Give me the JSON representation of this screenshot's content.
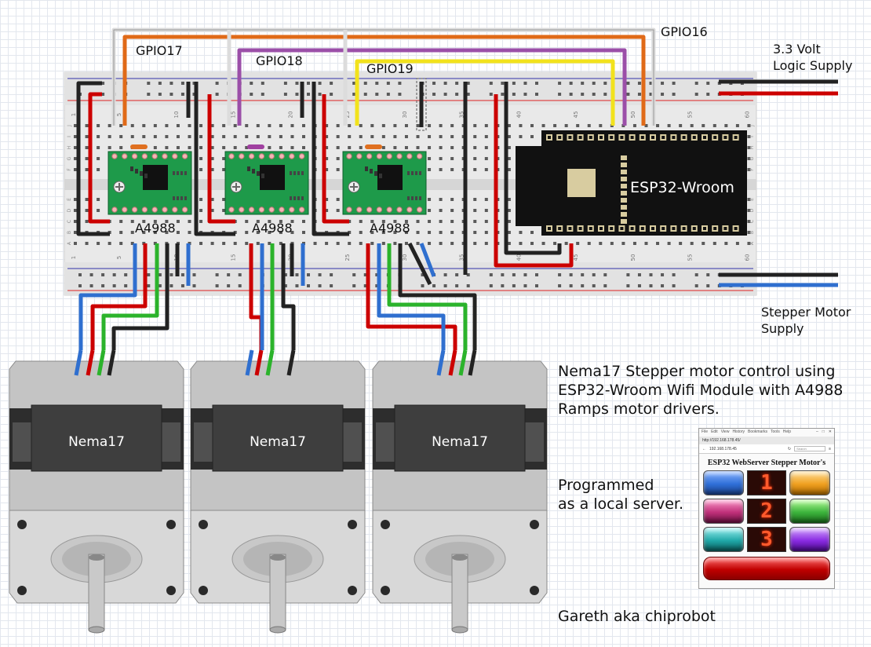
{
  "labels": {
    "gpio16": "GPIO16",
    "gpio17": "GPIO17",
    "gpio18": "GPIO18",
    "gpio19": "GPIO19",
    "logic_supply": "3.3 Volt\nLogic Supply",
    "motor_supply": "Stepper Motor\nSupply",
    "esp32": "ESP32-Wroom",
    "driver": "A4988",
    "motor": "Nema17"
  },
  "breadboard": {
    "column_numbers": [
      "1",
      "5",
      "10",
      "15",
      "20",
      "25",
      "30",
      "35",
      "40",
      "45",
      "50",
      "55",
      "60"
    ],
    "row_letters_top": [
      "J",
      "I",
      "H",
      "G",
      "F"
    ],
    "row_letters_bottom": [
      "E",
      "D",
      "C",
      "B",
      "A"
    ]
  },
  "drivers": [
    {
      "label": "A4988"
    },
    {
      "label": "A4988"
    },
    {
      "label": "A4988"
    }
  ],
  "motors": [
    {
      "label": "Nema17"
    },
    {
      "label": "Nema17"
    },
    {
      "label": "Nema17"
    }
  ],
  "captions": {
    "description": "Nema17 Stepper motor control using\nESP32-Wroom Wifi Module with A4988\nRamps motor drivers.",
    "programmed": "Programmed\nas a local server.",
    "author": "Gareth aka chiprobot"
  },
  "browser": {
    "menu": [
      "File",
      "Edit",
      "View",
      "History",
      "Bookmarks",
      "Tools",
      "Help"
    ],
    "tab": "http://192.168.178.45/",
    "url": "192.168.178.45",
    "search_placeholder": "Search",
    "page_title": "ESP32 WebServer Stepper Motor's",
    "digits": [
      "1",
      "2",
      "3"
    ],
    "button_colors": [
      "#2f6fd8",
      "#f0a020",
      "#c0307a",
      "#3cb43c",
      "#20a8a8",
      "#8a2be2"
    ]
  },
  "colors": {
    "breadboard": "#e9e9e9",
    "rail_red": "#d22",
    "rail_blue": "#33a",
    "driver_pcb": "#1e9a4a",
    "esp32_body": "#111111",
    "motor_body": "#bdbdbd",
    "motor_label": "#3e3e3e"
  }
}
